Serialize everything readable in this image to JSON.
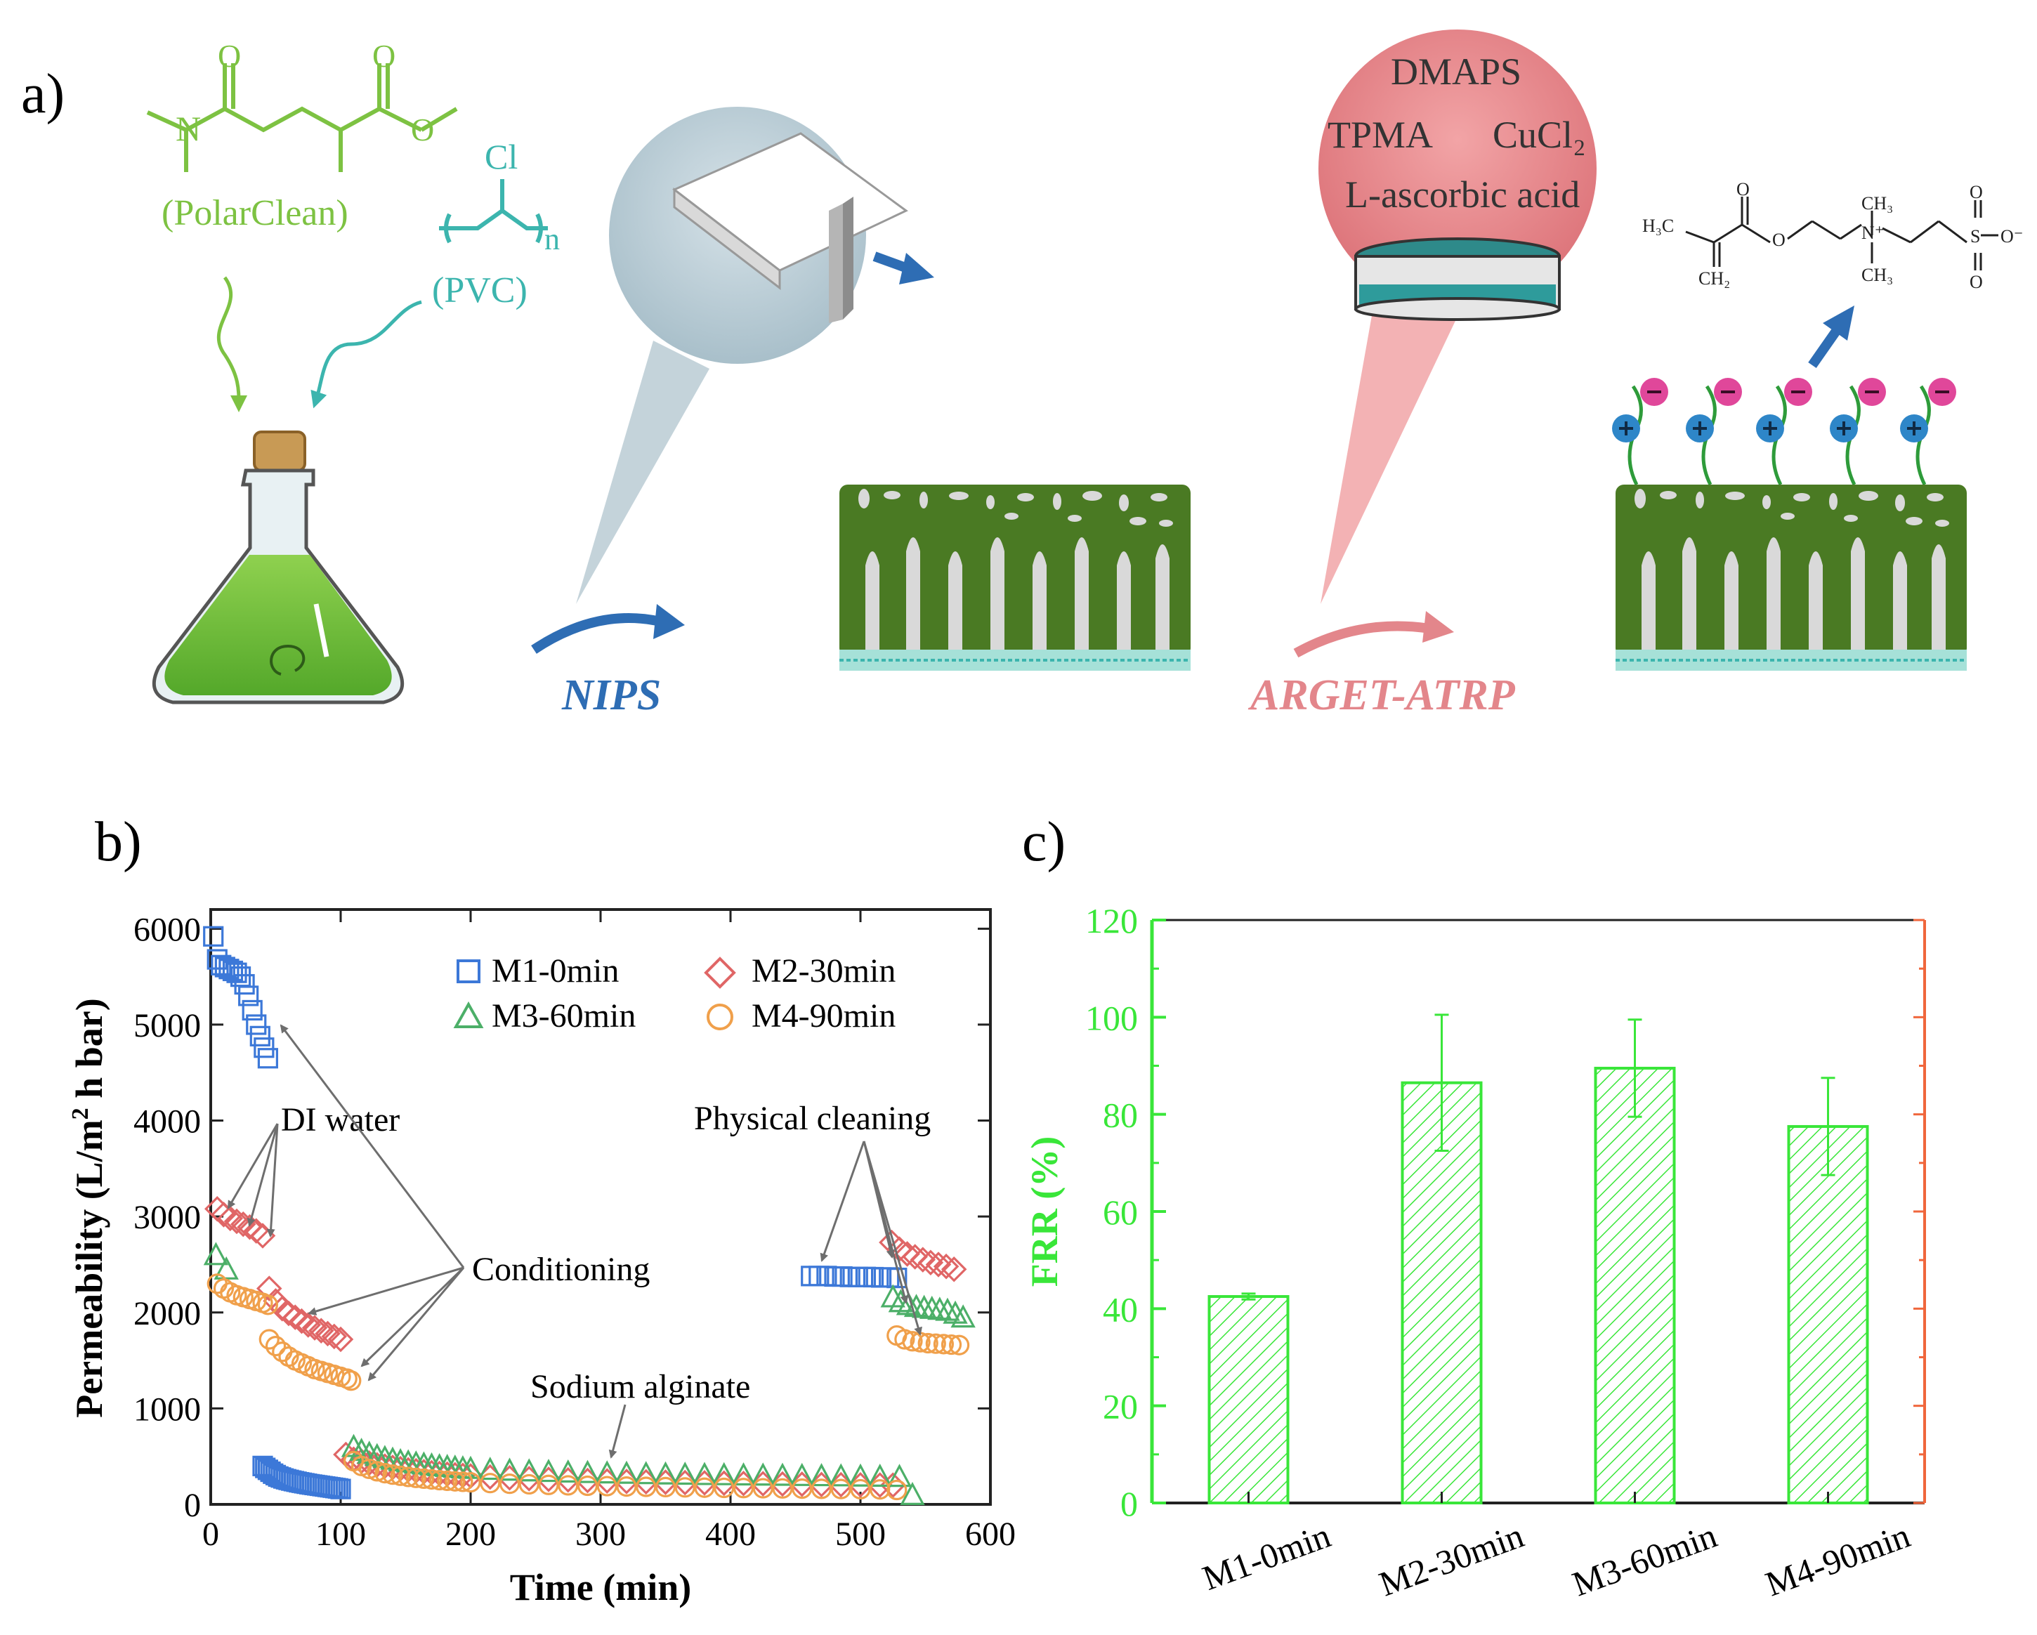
{
  "panels": {
    "a": "a)",
    "b": "b)",
    "c": "c)"
  },
  "scheme": {
    "polarclean_label": "(PolarClean)",
    "pvc_label": "(PVC)",
    "pvc_cl": "Cl",
    "pvc_n": "n",
    "nips": "NIPS",
    "arget": "ARGET-ATRP",
    "reagents": [
      "DMAPS",
      "TPMA",
      "CuCl₂",
      "L-ascorbic acid"
    ],
    "zwitterion": {
      "h3c": "H₃C",
      "ch2": "CH₂",
      "ch3_top": "CH₃",
      "ch3_bottom": "CH₃",
      "n_plus": "N⁺",
      "s": "S",
      "o": "O",
      "o_minus": "O⁻"
    },
    "colors": {
      "polarclean": "#7dc242",
      "pvc": "#3cb5ae",
      "nips": "#2e6db4",
      "arget": "#e3868b",
      "membrane": "#4a7a23",
      "plus": "#2e86c8",
      "minus": "#e0479a"
    }
  },
  "chart_data": [
    {
      "type": "scatter",
      "panel": "b",
      "xlabel": "Time (min)",
      "ylabel": "Permeability (L/m² h bar)",
      "xlim": [
        0,
        600
      ],
      "ylim": [
        0,
        6200
      ],
      "xticks": [
        0,
        100,
        200,
        300,
        400,
        500,
        600
      ],
      "yticks": [
        0,
        1000,
        2000,
        3000,
        4000,
        5000,
        6000
      ],
      "legend": "top-right",
      "series": [
        {
          "name": "M1-0min",
          "marker": "square",
          "color": "#3c78d8",
          "segments": [
            {
              "x": [
                2,
                5,
                8,
                11,
                14,
                17,
                20,
                23,
                26,
                29,
                32,
                35,
                38,
                41,
                44
              ],
              "y": [
                5920,
                5680,
                5620,
                5600,
                5580,
                5560,
                5540,
                5500,
                5420,
                5300,
                5150,
                5000,
                4880,
                4760,
                4650
              ]
            },
            {
              "x": [
                40,
                42,
                44,
                46,
                48,
                50,
                52,
                54,
                56,
                58,
                60,
                62,
                64,
                66,
                68,
                70,
                72,
                74,
                76,
                78,
                80,
                82,
                84,
                86,
                88,
                90,
                92,
                94,
                96,
                98,
                100
              ],
              "y": [
                400,
                380,
                360,
                340,
                320,
                305,
                290,
                280,
                270,
                262,
                255,
                248,
                242,
                236,
                230,
                225,
                220,
                215,
                210,
                206,
                202,
                198,
                194,
                190,
                186,
                182,
                178,
                174,
                170,
                166,
                160
              ]
            },
            {
              "x": [
                462,
                468,
                474,
                480,
                486,
                492,
                498,
                504,
                510,
                516,
                522,
                528
              ],
              "y": [
                2380,
                2380,
                2380,
                2375,
                2375,
                2370,
                2370,
                2370,
                2368,
                2365,
                2365,
                2360
              ]
            }
          ]
        },
        {
          "name": "M2-30min",
          "marker": "diamond",
          "color": "#e06666",
          "segments": [
            {
              "x": [
                5,
                10,
                15,
                20,
                25,
                30,
                35,
                40
              ],
              "y": [
                3080,
                3020,
                2980,
                2950,
                2920,
                2890,
                2850,
                2800
              ]
            },
            {
              "x": [
                45,
                50,
                55,
                60,
                65,
                70,
                75,
                80,
                85,
                90,
                95,
                100
              ],
              "y": [
                2250,
                2120,
                2040,
                1990,
                1950,
                1910,
                1870,
                1840,
                1810,
                1780,
                1750,
                1720
              ]
            },
            {
              "x": [
                104,
                110,
                116,
                122,
                128,
                134,
                140,
                146,
                152,
                158,
                164,
                170,
                176,
                182,
                188,
                194,
                200,
                215,
                230,
                245,
                260,
                275,
                290,
                305,
                320,
                335,
                350,
                365,
                380,
                395,
                410,
                425,
                440,
                455,
                470,
                485,
                500,
                515,
                525
              ],
              "y": [
                520,
                470,
                450,
                430,
                412,
                398,
                385,
                372,
                360,
                350,
                340,
                330,
                322,
                315,
                308,
                302,
                296,
                285,
                276,
                268,
                261,
                255,
                249,
                244,
                239,
                235,
                231,
                227,
                224,
                221,
                218,
                215,
                212,
                210,
                207,
                205,
                203,
                201,
                200
              ]
            },
            {
              "x": [
                524,
                530,
                536,
                542,
                548,
                554,
                560,
                566,
                572
              ],
              "y": [
                2730,
                2660,
                2610,
                2580,
                2550,
                2520,
                2500,
                2480,
                2450
              ]
            }
          ]
        },
        {
          "name": "M3-60min",
          "marker": "triangle",
          "color": "#4caf68",
          "segments": [
            {
              "x": [
                4,
                12
              ],
              "y": [
                2600,
                2450
              ]
            },
            {
              "x": [
                110,
                116,
                122,
                128,
                134,
                140,
                146,
                152,
                158,
                164,
                170,
                176,
                182,
                188,
                194,
                200,
                215,
                230,
                245,
                260,
                275,
                290,
                305,
                320,
                335,
                350,
                365,
                380,
                395,
                410,
                425,
                440,
                455,
                470,
                485,
                500,
                515,
                530,
                540
              ],
              "y": [
                600,
                560,
                530,
                505,
                485,
                468,
                452,
                440,
                428,
                418,
                408,
                400,
                392,
                385,
                378,
                372,
                362,
                353,
                346,
                340,
                334,
                329,
                325,
                321,
                317,
                314,
                311,
                308,
                306,
                304,
                302,
                300,
                298,
                296,
                294,
                292,
                290,
                288,
                100
              ]
            },
            {
              "x": [
                525,
                531,
                537,
                543,
                549,
                555,
                561,
                567,
                573,
                579
              ],
              "y": [
                2160,
                2110,
                2080,
                2060,
                2050,
                2040,
                2030,
                2020,
                1990,
                1950
              ]
            }
          ]
        },
        {
          "name": "M4-90min",
          "marker": "circle",
          "color": "#f0a04b",
          "segments": [
            {
              "x": [
                5,
                10,
                15,
                20,
                25,
                30,
                35,
                40,
                44
              ],
              "y": [
                2300,
                2250,
                2210,
                2180,
                2160,
                2140,
                2120,
                2100,
                2080
              ]
            },
            {
              "x": [
                45,
                50,
                55,
                60,
                65,
                70,
                75,
                80,
                85,
                90,
                95,
                100,
                105,
                108
              ],
              "y": [
                1720,
                1650,
                1590,
                1540,
                1500,
                1470,
                1440,
                1410,
                1390,
                1370,
                1350,
                1330,
                1310,
                1290
              ]
            },
            {
              "x": [
                110,
                116,
                122,
                128,
                134,
                140,
                146,
                152,
                158,
                164,
                170,
                176,
                182,
                188,
                194,
                200,
                215,
                230,
                245,
                260,
                275,
                290,
                305,
                320,
                335,
                350,
                365,
                380,
                395,
                410,
                425,
                440,
                455,
                470,
                485,
                500,
                515,
                528
              ],
              "y": [
                450,
                400,
                370,
                345,
                325,
                310,
                298,
                286,
                276,
                268,
                260,
                252,
                246,
                240,
                235,
                230,
                222,
                215,
                209,
                203,
                198,
                194,
                190,
                186,
                183,
                180,
                177,
                174,
                172,
                170,
                168,
                166,
                164,
                162,
                160,
                158,
                156,
                150
              ]
            },
            {
              "x": [
                528,
                534,
                540,
                546,
                552,
                558,
                564,
                570,
                576
              ],
              "y": [
                1760,
                1720,
                1700,
                1690,
                1680,
                1675,
                1670,
                1665,
                1660
              ]
            }
          ]
        }
      ],
      "annotations": [
        "DI water",
        "Conditioning",
        "Physical cleaning",
        "Sodium alginate"
      ]
    },
    {
      "type": "bar",
      "panel": "c",
      "categories": [
        "M1-0min",
        "M2-30min",
        "M3-60min",
        "M4-90min"
      ],
      "values": [
        42.5,
        86.5,
        89.5,
        77.5
      ],
      "errors": [
        0.6,
        14,
        10,
        10
      ],
      "ylabel": "FRR (%)",
      "ylim": [
        0,
        120
      ],
      "yticks": [
        0,
        20,
        40,
        60,
        80,
        100,
        120
      ],
      "color": "#39e639",
      "right_axis_color": "#f0663c",
      "fill": "hatched"
    }
  ]
}
